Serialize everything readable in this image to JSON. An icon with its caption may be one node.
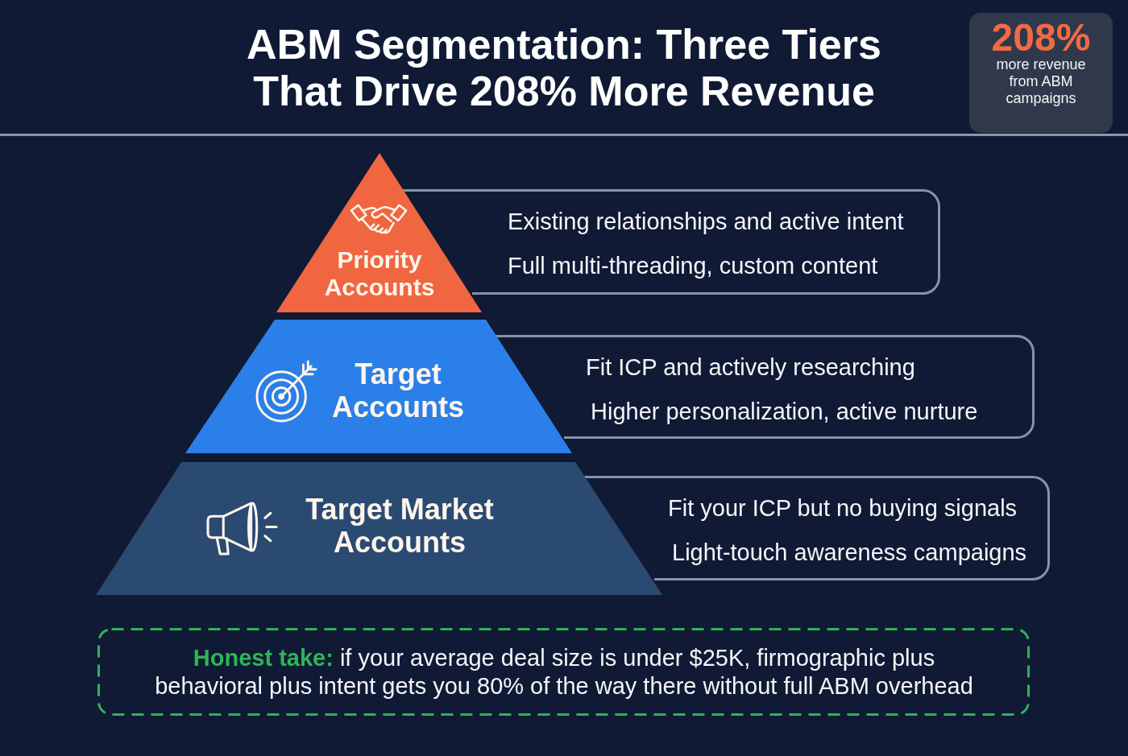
{
  "diagram": {
    "title": "ABM Segmentation: Three Tiers That Drive 208% More Revenue",
    "nodes": [
      {
        "text": [
          "208%",
          "more revenue from ABM campaigns"
        ]
      },
      {
        "text": [
          "Priority Accounts"
        ]
      },
      {
        "text": [
          "Existing relationships and active intent",
          "Full multi-threading, custom content"
        ]
      },
      {
        "text": [
          "Target Accounts"
        ]
      },
      {
        "text": [
          "Fit ICP and actively researching",
          "Higher personalization, active nurture"
        ]
      },
      {
        "text": [
          "Target Market Accounts"
        ]
      },
      {
        "text": [
          "Fit your ICP but no buying signals",
          "Light-touch awareness campaigns"
        ]
      },
      {
        "text": [
          "**Honest take:** if your average deal size is under $25K, firmographic plus behavioral plus intent gets you 80% of the way there without full ABM overhead"
        ]
      }
    ]
  }
}
